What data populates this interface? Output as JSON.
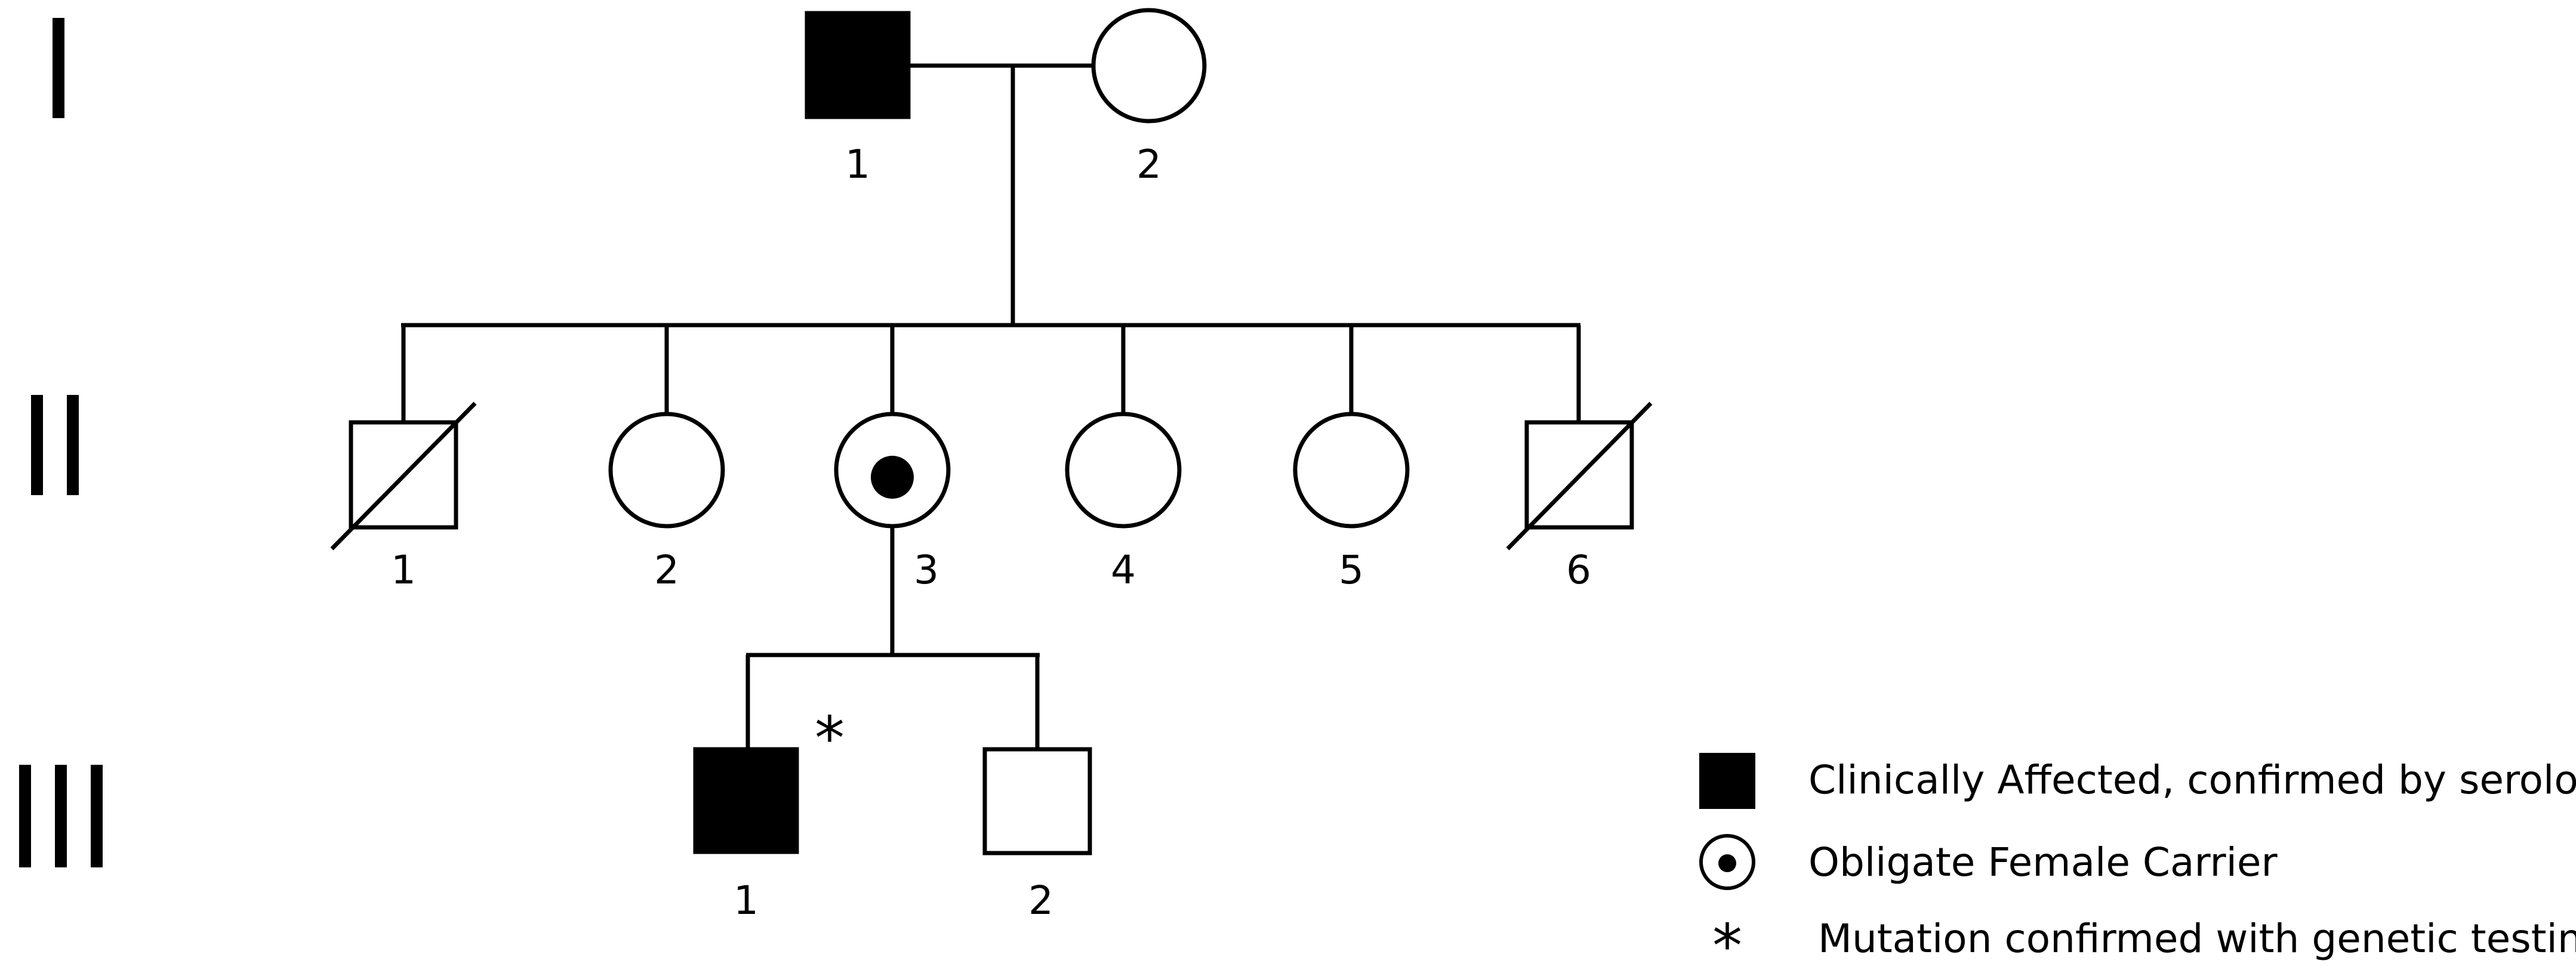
{
  "colors": {
    "line": "#000000",
    "affected_fill": "#000000",
    "unaffected_fill": "#ffffff"
  },
  "generations": [
    "I",
    "II",
    "III"
  ],
  "individuals": {
    "I_1": {
      "label": "1",
      "sex": "male",
      "status": "affected"
    },
    "I_2": {
      "label": "2",
      "sex": "female",
      "status": "unaffected"
    },
    "II_1": {
      "label": "1",
      "sex": "male",
      "status": "deceased"
    },
    "II_2": {
      "label": "2",
      "sex": "female",
      "status": "unaffected"
    },
    "II_3": {
      "label": "3",
      "sex": "female",
      "status": "obligate-carrier"
    },
    "II_4": {
      "label": "4",
      "sex": "female",
      "status": "unaffected"
    },
    "II_5": {
      "label": "5",
      "sex": "female",
      "status": "unaffected"
    },
    "II_6": {
      "label": "6",
      "sex": "male",
      "status": "deceased"
    },
    "III_1": {
      "label": "1",
      "sex": "male",
      "status": "affected",
      "mark": "*"
    },
    "III_2": {
      "label": "2",
      "sex": "male",
      "status": "unaffected"
    }
  },
  "legend": [
    {
      "icon": "filled-square-icon",
      "text": "Clinically Affected, confirmed by serology"
    },
    {
      "icon": "dotted-circle-icon",
      "text": "Obligate Female Carrier"
    },
    {
      "icon": "asterisk-icon",
      "symbol": "*",
      "text": "Mutation confirmed with genetic testing"
    }
  ]
}
